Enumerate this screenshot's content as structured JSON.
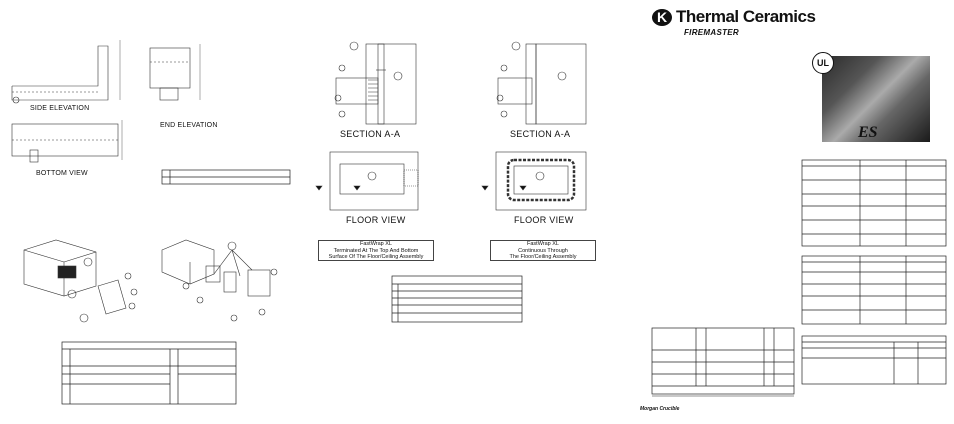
{
  "labels": {
    "side_elevation": "SIDE ELEVATION",
    "end_elevation": "END ELEVATION",
    "bottom_view": "BOTTOM VIEW",
    "section_left": "SECTION A-A",
    "section_right": "SECTION A-A",
    "floor_left": "FLOOR VIEW",
    "floor_right": "FLOOR VIEW"
  },
  "captions": {
    "left_line1": "FastWrap XL",
    "left_line2": "Terminated At The Top And Bottom",
    "left_line3": "Surface Of The Floor/Ceiling Assembly",
    "right_line1": "FastWrap XL",
    "right_line2": "Continuous Through",
    "right_line3": "The Floor/Ceiling Assembly"
  },
  "brand": {
    "logo_letter": "K",
    "name": "Thermal Ceramics",
    "product": "FIREMASTER",
    "ul": "UL",
    "es": "ES",
    "footer": "Morgan Crucible"
  }
}
